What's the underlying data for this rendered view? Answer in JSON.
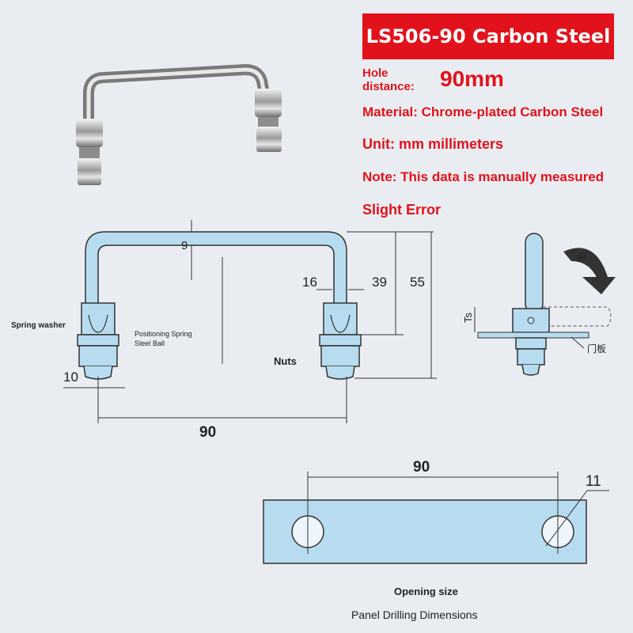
{
  "banner": {
    "title": "LS506-90 Carbon Steel"
  },
  "specs": {
    "hole_distance_label": "Hole distance:",
    "hole_distance_value": "90mm",
    "material": "Material: Chrome-plated Carbon Steel",
    "unit": "Unit: mm millimeters",
    "note": "Note: This data is manually measured",
    "error": "Slight Error"
  },
  "drawing": {
    "dim_top": "9",
    "dim_gap": "16",
    "dim_39": "39",
    "dim_55": "55",
    "dim_10": "10",
    "dim_90": "90",
    "label_spring_washer": "Spring washer",
    "label_positioning_line1": "Positioning Spring",
    "label_positioning_line2": "Steel Ball",
    "label_nuts": "Nuts"
  },
  "side_view": {
    "angle": "90°",
    "ts_label": "Ts",
    "door_panel": "门板"
  },
  "panel": {
    "dim_90": "90",
    "dim_11": "11",
    "opening_size": "Opening size",
    "caption": "Panel Drilling Dimensions"
  },
  "colors": {
    "accent": "#e2121c",
    "part_fill": "#b7dcef",
    "line": "#333333"
  }
}
